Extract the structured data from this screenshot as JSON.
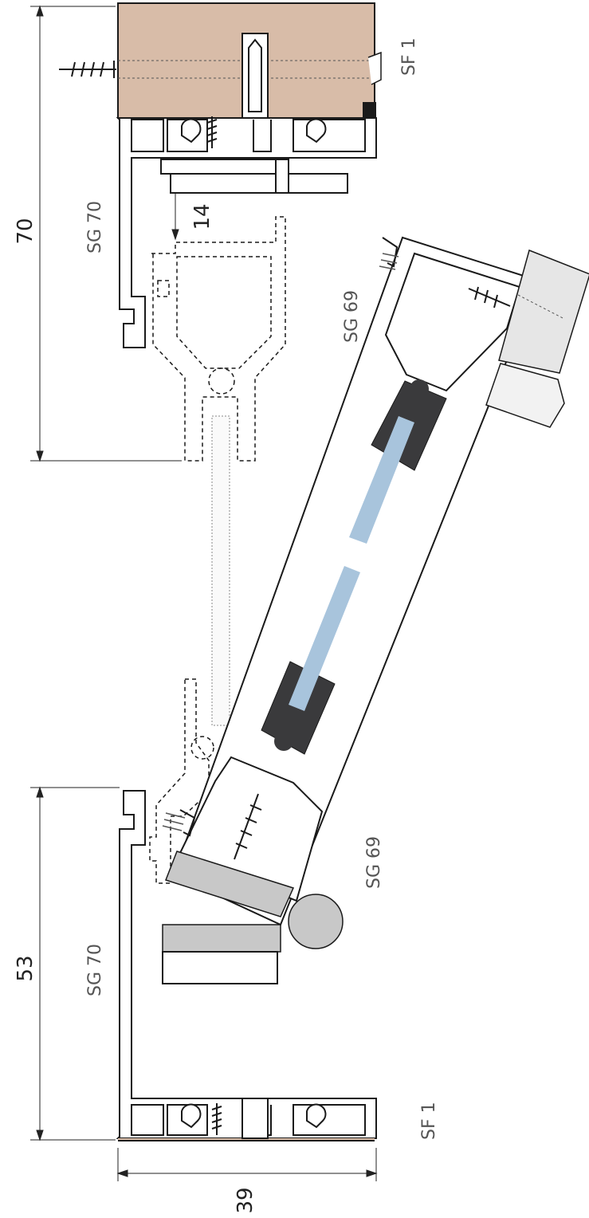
{
  "dimensions": {
    "overall_height_upper": "70",
    "overall_height_lower": "53",
    "gap": "14",
    "depth": "39"
  },
  "labels": {
    "sf_top": "SF 1",
    "sf_bottom": "SF 1",
    "sg70_top": "SG 70",
    "sg70_bottom": "SG 70",
    "sg69_top": "SG 69",
    "sg69_bottom": "SG 69"
  },
  "colors": {
    "wood": "#d8bca8",
    "glass": "#a8c4dc",
    "gasket": "#3a3a3c",
    "grey_part": "#c8c8c8",
    "outline": "#1a1a1a"
  }
}
